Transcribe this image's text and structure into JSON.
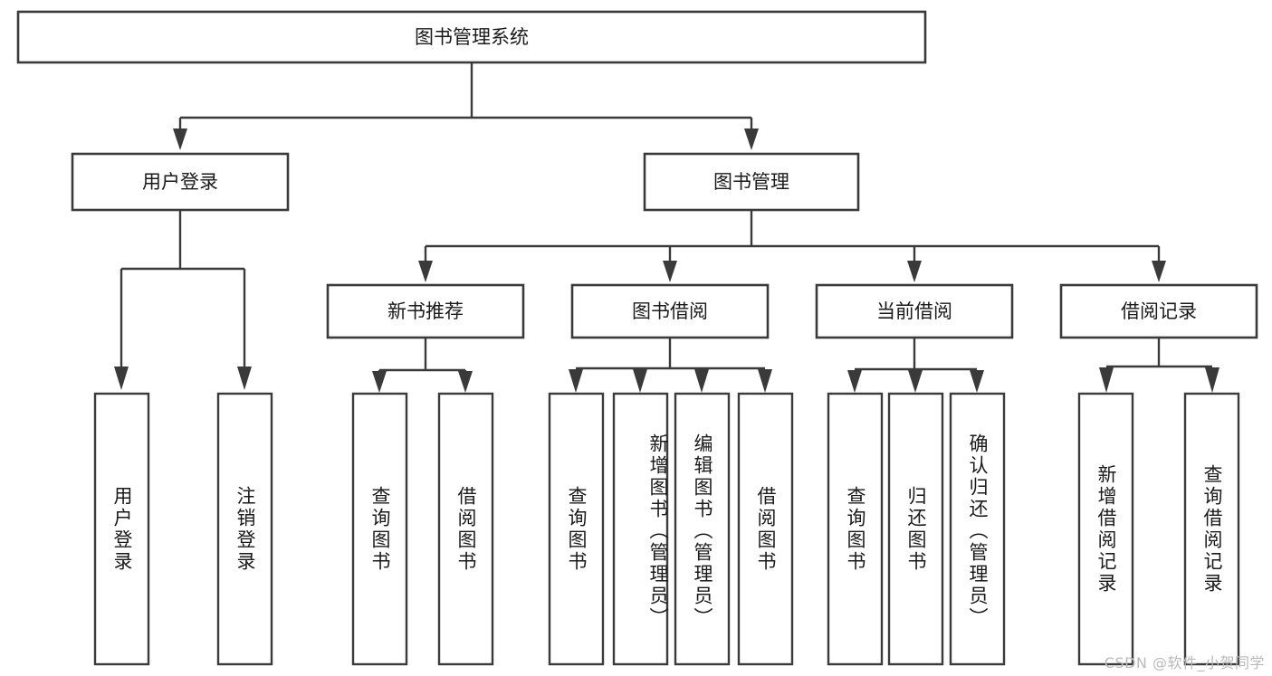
{
  "diagram": {
    "type": "tree",
    "title": "图书管理系统",
    "orientation": "top-down",
    "colors": {
      "box_stroke": "#3a3a3a",
      "box_fill": "#ffffff",
      "connector": "#3a3a3a",
      "text": "#1a1a1a",
      "watermark": "#b9b9b9",
      "background": "#ffffff"
    },
    "root": {
      "label": "图书管理系统"
    },
    "level2": [
      {
        "label": "用户登录"
      },
      {
        "label": "图书管理"
      }
    ],
    "level3": [
      {
        "label": "新书推荐"
      },
      {
        "label": "图书借阅"
      },
      {
        "label": "当前借阅"
      },
      {
        "label": "借阅记录"
      }
    ],
    "leaves": {
      "user_login": [
        {
          "label": "用户登录"
        },
        {
          "label": "注销登录"
        }
      ],
      "new_book_recommend": [
        {
          "label": "查询图书"
        },
        {
          "label": "借阅图书"
        }
      ],
      "book_borrow": [
        {
          "label": "查询图书"
        },
        {
          "label": "新增图书（管理员）"
        },
        {
          "label": "编辑图书（管理员）"
        },
        {
          "label": "借阅图书"
        }
      ],
      "current_borrow": [
        {
          "label": "查询图书"
        },
        {
          "label": "归还图书"
        },
        {
          "label": "确认归还（管理员）"
        }
      ],
      "borrow_record": [
        {
          "label": "新增借阅记录"
        },
        {
          "label": "查询借阅记录"
        }
      ]
    }
  },
  "watermark": {
    "text": "CSDN @软件_小贺同学"
  }
}
